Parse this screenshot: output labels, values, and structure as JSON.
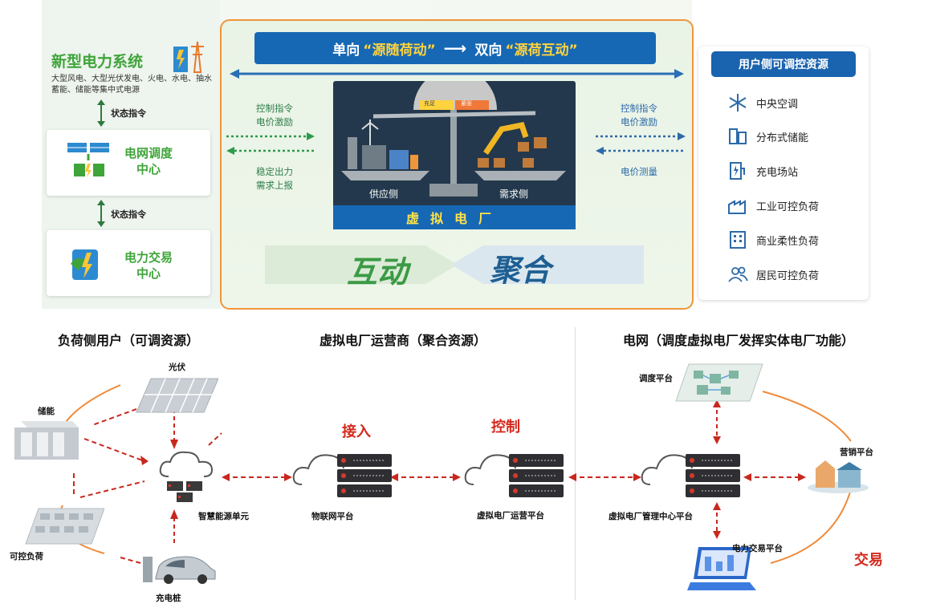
{
  "top": {
    "system": {
      "title": "新型电力系统",
      "subtitle": "大型风电、大型光伏发电、火电、水电、抽水蓄能、储能等集中式电源"
    },
    "link1": "状态指令",
    "dispatch_center": {
      "line1": "电网调度",
      "line2": "中心"
    },
    "link2": "状态指令",
    "trade_center": {
      "line1": "电力交易",
      "line2": "中心"
    },
    "banner": {
      "part1": "单向",
      "quote1": "“源随荷动”",
      "arrow": "⟶",
      "part2": "双向",
      "quote2": "“源荷互动”"
    },
    "left_upper": {
      "line1": "控制指令",
      "line2": "电价激励"
    },
    "left_lower": {
      "line1": "稳定出力",
      "line2": "需求上报"
    },
    "right_upper": {
      "line1": "控制指令",
      "line2": "电价激励"
    },
    "right_lower": {
      "line1": "电价测量"
    },
    "scale": {
      "supply": "供应侧",
      "demand": "需求侧",
      "tag_left": "充足",
      "tag_right": "紧张"
    },
    "vpp": "虚拟电厂",
    "word_left": "互动",
    "word_right": "聚合",
    "resources": {
      "title": "用户侧可调控资源",
      "items": [
        {
          "icon": "snowflake-icon",
          "label": "中央空调"
        },
        {
          "icon": "battery-storage-icon",
          "label": "分布式储能"
        },
        {
          "icon": "charging-station-icon",
          "label": "充电场站"
        },
        {
          "icon": "factory-icon",
          "label": "工业可控负荷"
        },
        {
          "icon": "office-building-icon",
          "label": "商业柔性负荷"
        },
        {
          "icon": "residents-icon",
          "label": "居民可控负荷"
        }
      ]
    }
  },
  "bottom": {
    "sections": {
      "left": "负荷侧用户（可调资源）",
      "middle": "虚拟电厂运营商（聚合资源）",
      "right": "电网（调度虚拟电厂发挥实体电厂功能）"
    },
    "labels": {
      "pv": "光伏",
      "storage": "储能",
      "controllable_load": "可控负荷",
      "charging_pile": "充电桩",
      "smart_unit": "智慧能源单元",
      "iot": "物联网平台",
      "operator": "虚拟电厂运营平台",
      "mgmt": "虚拟电厂管理中心平台",
      "dispatch": "调度平台",
      "marketing": "营销平台",
      "trading": "电力交易平台"
    },
    "red": {
      "access": "接入",
      "control": "控制",
      "trade": "交易"
    }
  },
  "colors": {
    "green": "#3fa43a",
    "blue": "#1768b4",
    "orange": "#f0963a",
    "red": "#d42a1e"
  }
}
